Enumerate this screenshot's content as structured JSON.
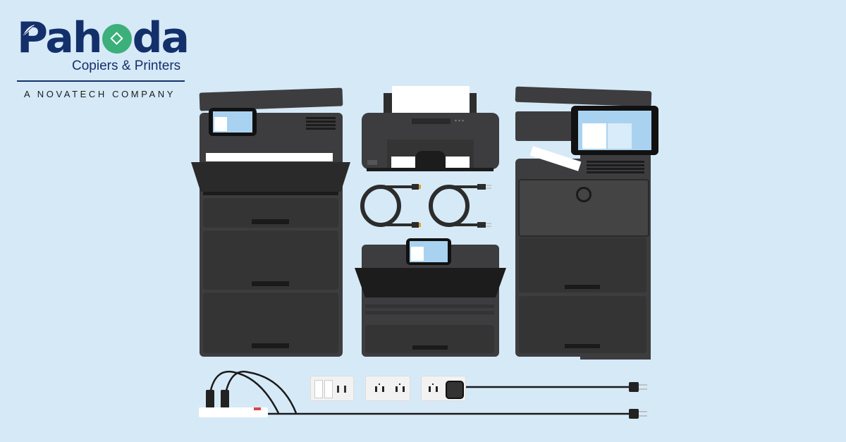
{
  "brand": {
    "name_part1": "Pah",
    "name_part2": "da",
    "subtitle": "Copiers & Printers",
    "tagline": "A NOVATECH COMPANY",
    "colors": {
      "navy": "#14306b",
      "green": "#3bb07a",
      "background": "#d6e9f7"
    }
  },
  "illustration": {
    "items": [
      {
        "name": "large-multifunction-copier-left"
      },
      {
        "name": "desktop-inkjet-printer"
      },
      {
        "name": "usb-cable"
      },
      {
        "name": "power-cable"
      },
      {
        "name": "compact-multifunction-printer"
      },
      {
        "name": "large-multifunction-copier-right"
      },
      {
        "name": "power-strip"
      },
      {
        "name": "light-switch-plate"
      },
      {
        "name": "duplex-outlet"
      },
      {
        "name": "outlet-with-plug"
      },
      {
        "name": "power-plug-cords"
      }
    ]
  }
}
